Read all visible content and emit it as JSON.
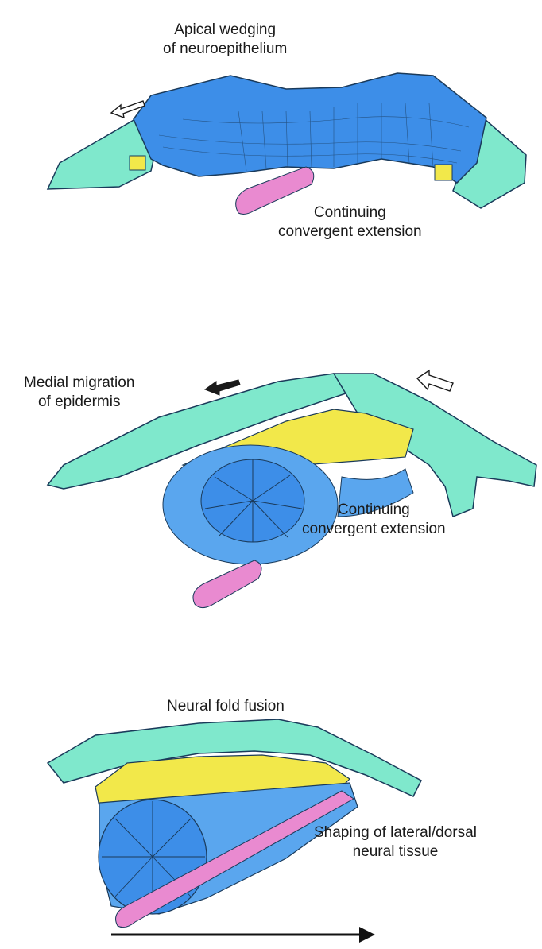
{
  "stage1": {
    "label_top": [
      "Apical wedging",
      "of neuroepithelium"
    ],
    "label_bottom": [
      "Continuing",
      "convergent extension"
    ]
  },
  "stage2": {
    "label_left": [
      "Medial  migration",
      "of epidermis"
    ],
    "label_bottom": [
      "Continuing",
      "convergent extension"
    ]
  },
  "stage3": {
    "label_top": "Neural fold fusion",
    "label_right": [
      "Shaping of lateral/dorsal",
      "neural tissue"
    ]
  },
  "colors": {
    "epidermis": "#7fe8cc",
    "neuroepithelium": "#3d8ee8",
    "neural_plate_light": "#5aa6ee",
    "neural_crest": "#f2e84a",
    "notochord": "#e98ad0",
    "outline": "#1a3a5a"
  }
}
